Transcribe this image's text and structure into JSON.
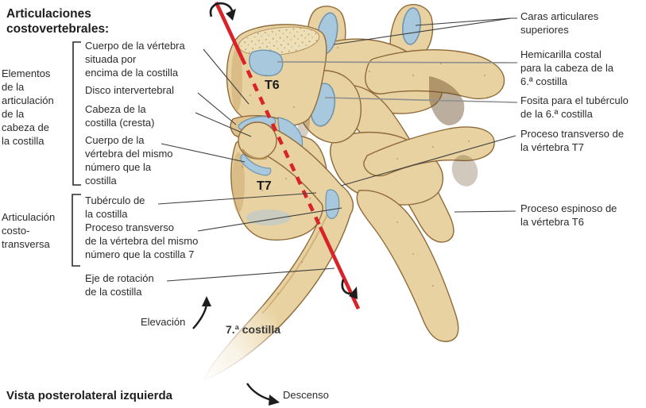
{
  "title": "Articulaciones\ncostovertebrales:",
  "caption": "Vista posterolateral izquierda",
  "left_panel": {
    "groups": [
      {
        "title": "Elementos\nde la\narticulación\nde la\ncabeza de\nla costilla",
        "items": [
          "Cuerpo de la vértebra\nsituada por\nencima de la costilla",
          "Disco intervertebral",
          "Cabeza de la\ncostilla (cresta)",
          "Cuerpo de la\nvértebra del mismo\nnúmero que la\ncostilla"
        ]
      },
      {
        "title": "Articulación\ncosto-\ntransversa",
        "items": [
          "Tubérculo de\nla costilla",
          "Proceso transverso\nde la vértebra del mismo\nnúmero que la costilla 7"
        ]
      }
    ],
    "axis_label": "Eje de rotación\nde la costilla"
  },
  "right_panel": {
    "items": [
      "Caras articulares\nsuperiores",
      "Hemicarilla costal\npara la cabeza de la\n6.ª costilla",
      "Fosita para el tubérculo\nde la 6.ª costilla",
      "Proceso transverso de\nla vértebra T7",
      "Proceso espinoso de\nla vértebra T6"
    ]
  },
  "figure": {
    "vertebrae": [
      "T6",
      "T7"
    ],
    "rib_label": "7.ª costilla",
    "motions": {
      "elevation": "Elevación",
      "descent": "Descenso"
    }
  },
  "colors": {
    "bone": "#e9d2a1",
    "bone_outline": "#8f6a3a",
    "cartilage_blue": "#a8c8de",
    "axis_red": "#d8232a",
    "text": "#2b2b2b",
    "leader_line": "#3f3f3f"
  }
}
